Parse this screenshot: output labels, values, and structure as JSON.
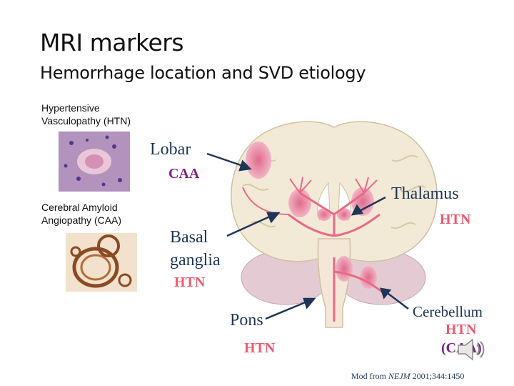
{
  "slide": {
    "title": "MRI markers",
    "subtitle": "Hemorrhage location and SVD etiology"
  },
  "histology": {
    "htn_caption": [
      "Hypertensive",
      "Vasculopathy (HTN)"
    ],
    "caa_caption": [
      "Cerebral Amyloid",
      "Angiopathy (CAA)"
    ]
  },
  "locations": {
    "lobar": {
      "label": "Lobar",
      "etiology": "CAA"
    },
    "thalamus": {
      "label": "Thalamus",
      "etiology": "HTN"
    },
    "basal_ganglia": {
      "label_lines": [
        "Basal",
        "ganglia"
      ],
      "etiology": "HTN"
    },
    "pons": {
      "label": "Pons",
      "etiology": "HTN"
    },
    "cerebellum": {
      "label": "Cerebellum",
      "etiology": "HTN",
      "etiology_secondary": "(CAA)"
    }
  },
  "citation": {
    "prefix": "Mod from ",
    "journal": "NEJM",
    "suffix": " 2001;344:1450"
  },
  "colors": {
    "htn": "#ee5a6e",
    "caa": "#7a2382",
    "label": "#1f3558"
  },
  "icons": [
    "speaker-icon"
  ]
}
